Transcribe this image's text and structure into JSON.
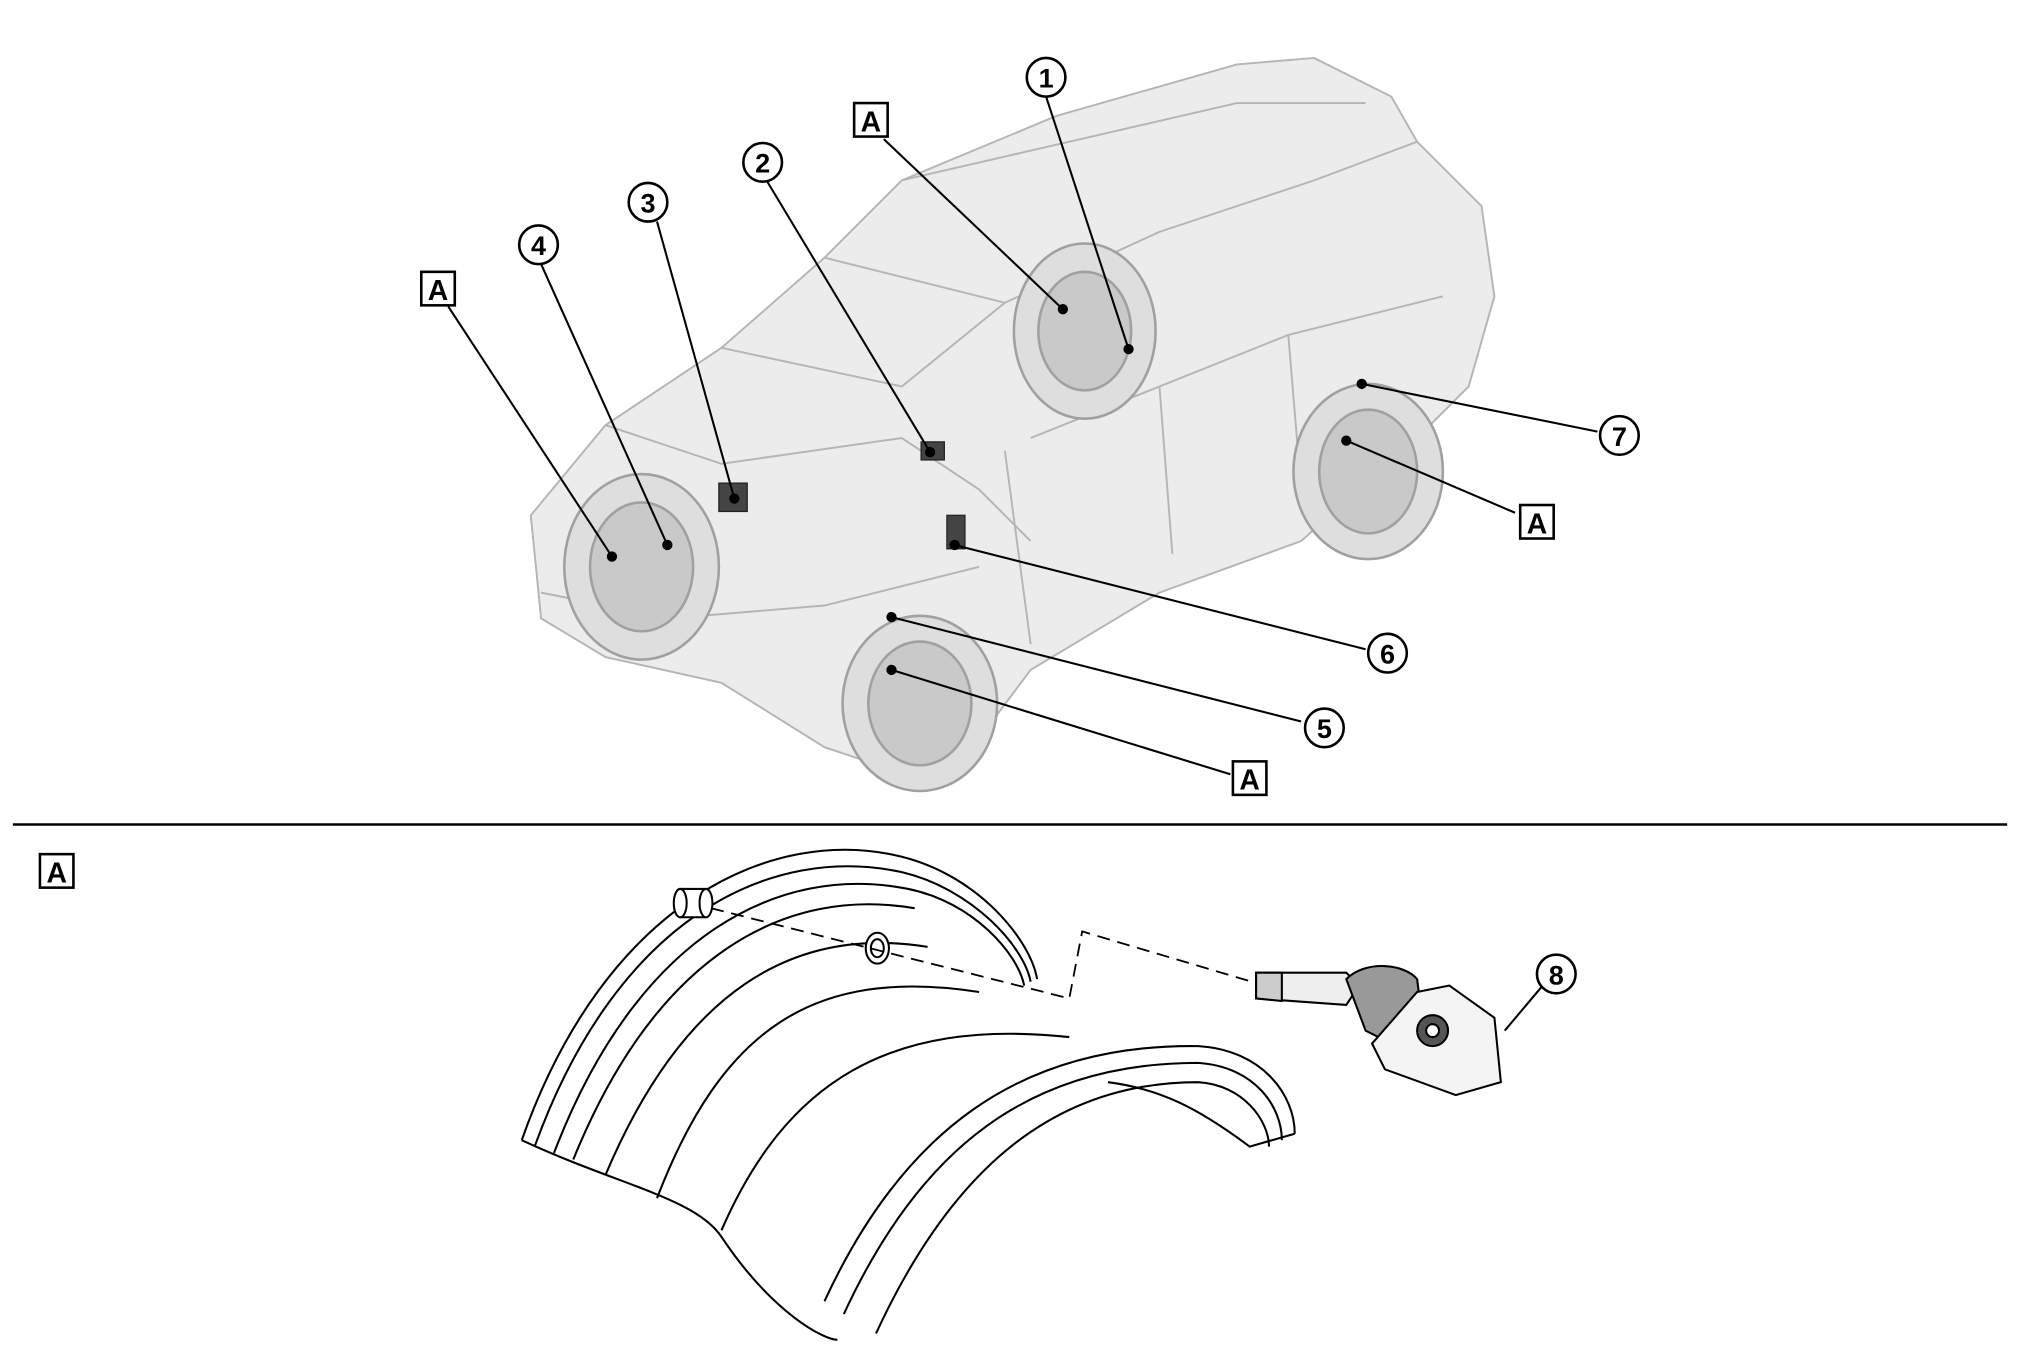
{
  "callouts": {
    "c1": "1",
    "c2": "2",
    "c3": "3",
    "c4": "4",
    "c5": "5",
    "c6": "6",
    "c7": "7",
    "c8": "8"
  },
  "view_label": "A",
  "colors": {
    "line": "#000000",
    "ghost": "#d9d9d9",
    "ghost_dark": "#9a9a9a"
  }
}
